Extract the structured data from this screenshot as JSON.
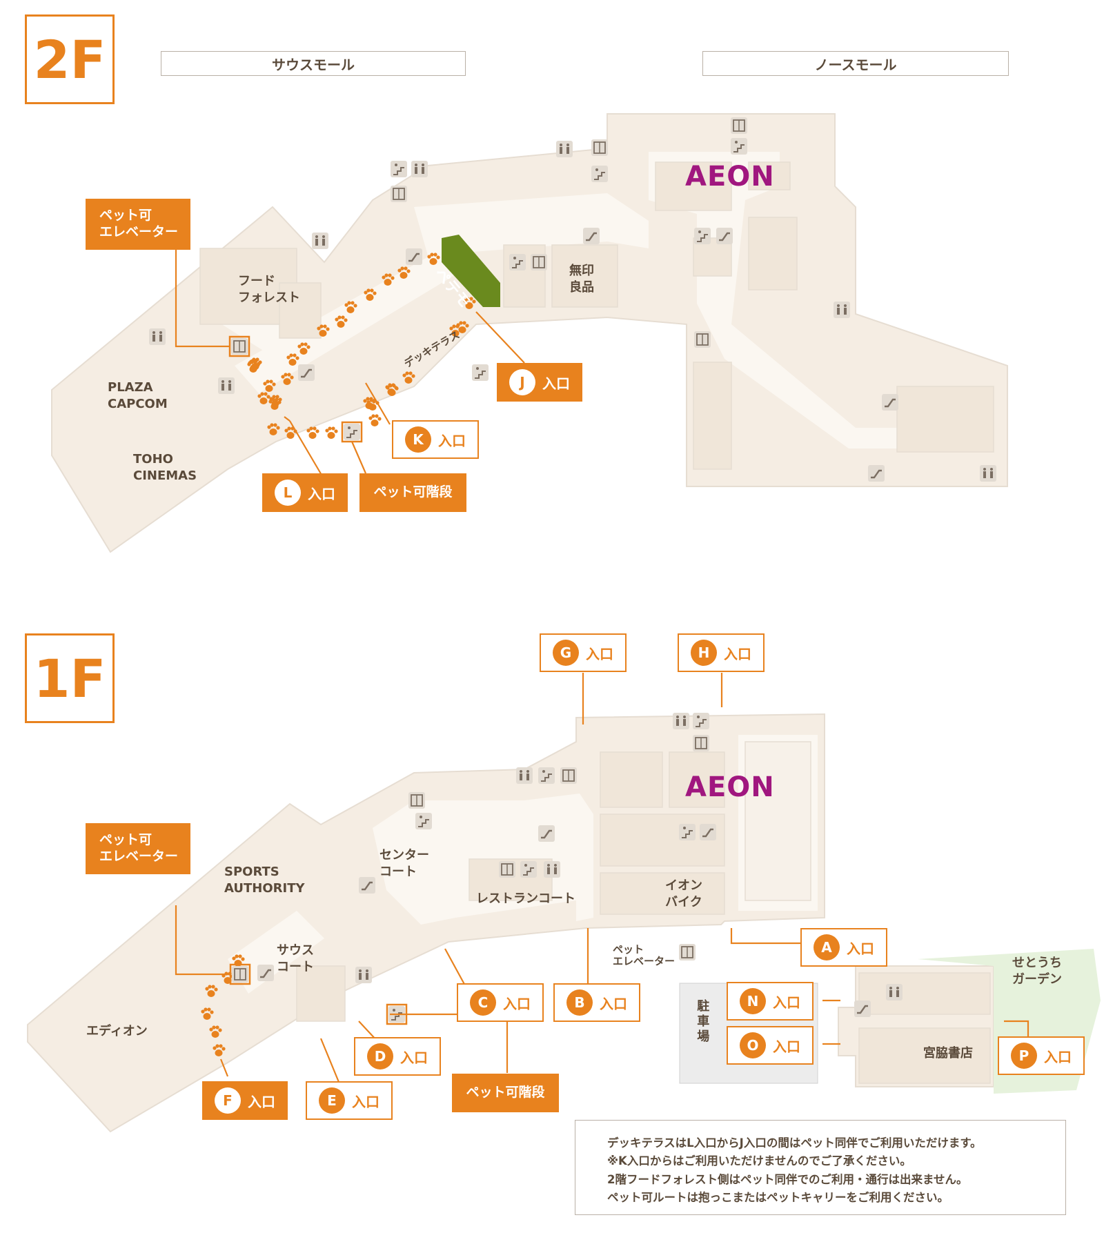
{
  "floors": {
    "f2": {
      "label": "2F",
      "south_mall": "サウスモール",
      "north_mall": "ノースモール",
      "aeon": "AEON",
      "muji_1": "無印",
      "muji_2": "良品",
      "food_forest_1": "フード",
      "food_forest_2": "フォレスト",
      "plaza_capcom_1": "PLAZA",
      "plaza_capcom_2": "CAPCOM",
      "toho_1": "TOHO",
      "toho_2": "CINEMAS",
      "deck_terrace": "デッキテラス",
      "petemo": "ペテモ",
      "pet_elevator_1": "ペット可",
      "pet_elevator_2": "エレベーター",
      "pet_stairs": "ペット可階段",
      "entrances": [
        {
          "letter": "J",
          "text": "入口",
          "filled": true
        },
        {
          "letter": "K",
          "text": "入口",
          "filled": false
        },
        {
          "letter": "L",
          "text": "入口",
          "filled": true
        }
      ]
    },
    "f1": {
      "label": "1F",
      "aeon": "AEON",
      "sports_1": "SPORTS",
      "sports_2": "AUTHORITY",
      "center_court_1": "センター",
      "center_court_2": "コート",
      "restaurant_court": "レストランコート",
      "aeon_bike_1": "イオン",
      "aeon_bike_2": "バイク",
      "south_court_1": "サウス",
      "south_court_2": "コート",
      "edion": "エディオン",
      "parking": "駐車場",
      "setouchi_1": "せとうち",
      "setouchi_2": "ガーデン",
      "miyawaki": "宮脇書店",
      "pet_elevator_small_1": "ペット",
      "pet_elevator_small_2": "エレベーター",
      "pet_elevator_1": "ペット可",
      "pet_elevator_2": "エレベーター",
      "pet_stairs": "ペット可階段",
      "entrances": [
        {
          "letter": "G",
          "text": "入口",
          "filled": false
        },
        {
          "letter": "H",
          "text": "入口",
          "filled": false
        },
        {
          "letter": "A",
          "text": "入口",
          "filled": false
        },
        {
          "letter": "B",
          "text": "入口",
          "filled": false
        },
        {
          "letter": "C",
          "text": "入口",
          "filled": false
        },
        {
          "letter": "D",
          "text": "入口",
          "filled": false
        },
        {
          "letter": "E",
          "text": "入口",
          "filled": false
        },
        {
          "letter": "F",
          "text": "入口",
          "filled": true
        },
        {
          "letter": "N",
          "text": "入口",
          "filled": false
        },
        {
          "letter": "O",
          "text": "入口",
          "filled": false
        },
        {
          "letter": "P",
          "text": "入口",
          "filled": false
        }
      ]
    }
  },
  "notes": [
    "デッキテラスはL入口からJ入口の間はペット同伴でご利用いただけます。",
    "※K入口からはご利用いただけませんのでご了承ください。",
    "2階フードフォレスト側はペット同伴でのご利用・通行は出来ません。",
    "ペット可ルートは抱っこまたはペットキャリーをご利用ください。"
  ],
  "colors": {
    "accent": "#e8821e",
    "aeon": "#a0177f",
    "petemo": "#6a8a1e",
    "floor": "#f5ede3",
    "garden": "#e6f2dc",
    "parking": "#ececec"
  }
}
